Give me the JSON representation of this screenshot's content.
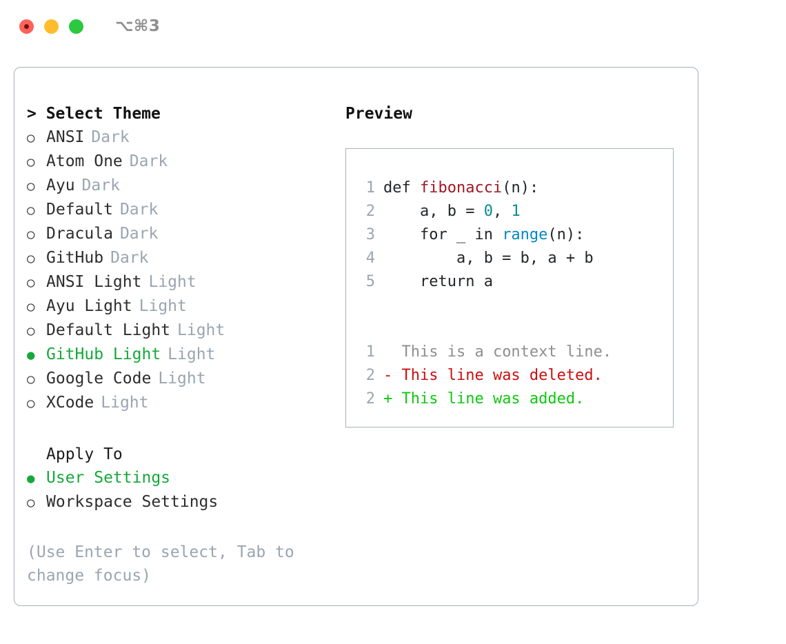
{
  "titlebar": {
    "shortcut": "⌥⌘3",
    "lights": [
      "close",
      "minimize",
      "zoom"
    ]
  },
  "theme_panel": {
    "header": "> Select Theme",
    "options": [
      {
        "marker": "○",
        "name": "ANSI",
        "kind": "Dark",
        "selected": false
      },
      {
        "marker": "○",
        "name": "Atom One",
        "kind": "Dark",
        "selected": false
      },
      {
        "marker": "○",
        "name": "Ayu",
        "kind": "Dark",
        "selected": false
      },
      {
        "marker": "○",
        "name": "Default",
        "kind": "Dark",
        "selected": false
      },
      {
        "marker": "○",
        "name": "Dracula",
        "kind": "Dark",
        "selected": false
      },
      {
        "marker": "○",
        "name": "GitHub",
        "kind": "Dark",
        "selected": false
      },
      {
        "marker": "○",
        "name": "ANSI Light",
        "kind": "Light",
        "selected": false
      },
      {
        "marker": "○",
        "name": "Ayu Light",
        "kind": "Light",
        "selected": false
      },
      {
        "marker": "○",
        "name": "Default Light",
        "kind": "Light",
        "selected": false
      },
      {
        "marker": "●",
        "name": "GitHub Light",
        "kind": "Light",
        "selected": true
      },
      {
        "marker": "○",
        "name": "Google Code",
        "kind": "Light",
        "selected": false
      },
      {
        "marker": "○",
        "name": "XCode",
        "kind": "Light",
        "selected": false
      }
    ]
  },
  "apply_to": {
    "header": "Apply To",
    "options": [
      {
        "marker": "●",
        "label": "User Settings",
        "selected": true
      },
      {
        "marker": "○",
        "label": "Workspace Settings",
        "selected": false
      }
    ]
  },
  "hint": "(Use Enter to select, Tab to\nchange focus)",
  "preview": {
    "title": "Preview",
    "code_lines": [
      {
        "no": "1",
        "parts": [
          {
            "t": "def ",
            "c": "code-text"
          },
          {
            "t": "fibonacci",
            "c": "tok-fn"
          },
          {
            "t": "(n):",
            "c": "code-text"
          }
        ]
      },
      {
        "no": "2",
        "parts": [
          {
            "t": "    a, b = ",
            "c": "code-text"
          },
          {
            "t": "0",
            "c": "tok-num"
          },
          {
            "t": ", ",
            "c": "code-text"
          },
          {
            "t": "1",
            "c": "tok-num"
          }
        ]
      },
      {
        "no": "3",
        "parts": [
          {
            "t": "    for _ in ",
            "c": "code-text"
          },
          {
            "t": "range",
            "c": "tok-call"
          },
          {
            "t": "(n):",
            "c": "code-text"
          }
        ]
      },
      {
        "no": "4",
        "parts": [
          {
            "t": "        a, b = b, a + b",
            "c": "code-text"
          }
        ]
      },
      {
        "no": "5",
        "parts": [
          {
            "t": "    return a",
            "c": "code-text"
          }
        ]
      }
    ],
    "diff_lines": [
      {
        "no": "1",
        "sign": " ",
        "text": " This is a context line.",
        "c": "diff-ctx"
      },
      {
        "no": "2",
        "sign": "-",
        "text": " This line was deleted.",
        "c": "diff-del"
      },
      {
        "no": "2",
        "sign": "+",
        "text": " This line was added.",
        "c": "diff-add"
      }
    ]
  },
  "colors": {
    "accent_green": "#16a83a",
    "muted": "#9aa5b1",
    "border": "#a7b0bd",
    "diff_add": "#0ec80e",
    "diff_del": "#cc0e0e",
    "syntax_function": "#a01722",
    "syntax_number": "#0a8c8c",
    "syntax_call": "#0587c4"
  }
}
